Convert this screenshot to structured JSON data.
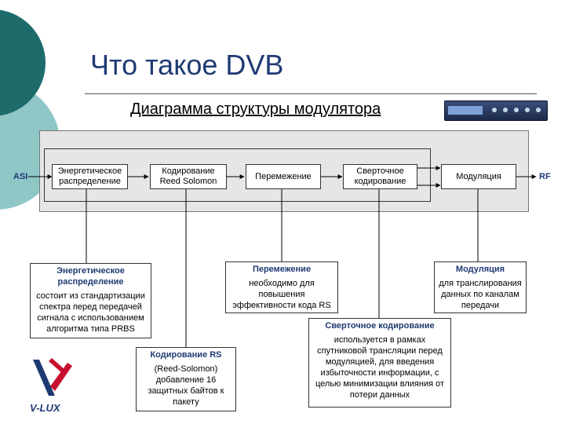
{
  "slide": {
    "title": "Что такое DVB",
    "subtitle": "Диаграмма структуры модулятора"
  },
  "colors": {
    "accent": "#1f3a73",
    "deco_teal": "#1d6b6b",
    "deco_light": "#8fc7c7",
    "frame_fill": "#e6e6e6"
  },
  "diagram": {
    "input_label": "ASI",
    "output_label": "RF",
    "blocks": [
      {
        "label": "Энергетическое распределение"
      },
      {
        "label": "Кодирование Reed Solomon"
      },
      {
        "label": "Перемежение"
      },
      {
        "label": "Сверточное кодирование"
      },
      {
        "label": "Модуляция"
      }
    ]
  },
  "descriptions": [
    {
      "heading": "Энергетическое распределение",
      "body": "состоит из стандартизации спектра перед передачей сигнала с использованием алгоритма типа PRBS"
    },
    {
      "heading": "Кодирование RS",
      "body": "(Reed-Solomon) добавление 16 защитных байтов к пакету"
    },
    {
      "heading": "Перемежение",
      "body": "необходимо для повышения эффективности кода RS"
    },
    {
      "heading": "Сверточное кодирование",
      "body": "используется в рамках спутниковой трансляции перед модуляцией, для введения избыточности информации, с целью минимизации влияния от потери данных"
    },
    {
      "heading": "Модуляция",
      "body": "для транслирования данных по каналам передачи"
    }
  ],
  "logo": {
    "text": "V-LUX",
    "icon": "v-lux-logo-icon"
  }
}
